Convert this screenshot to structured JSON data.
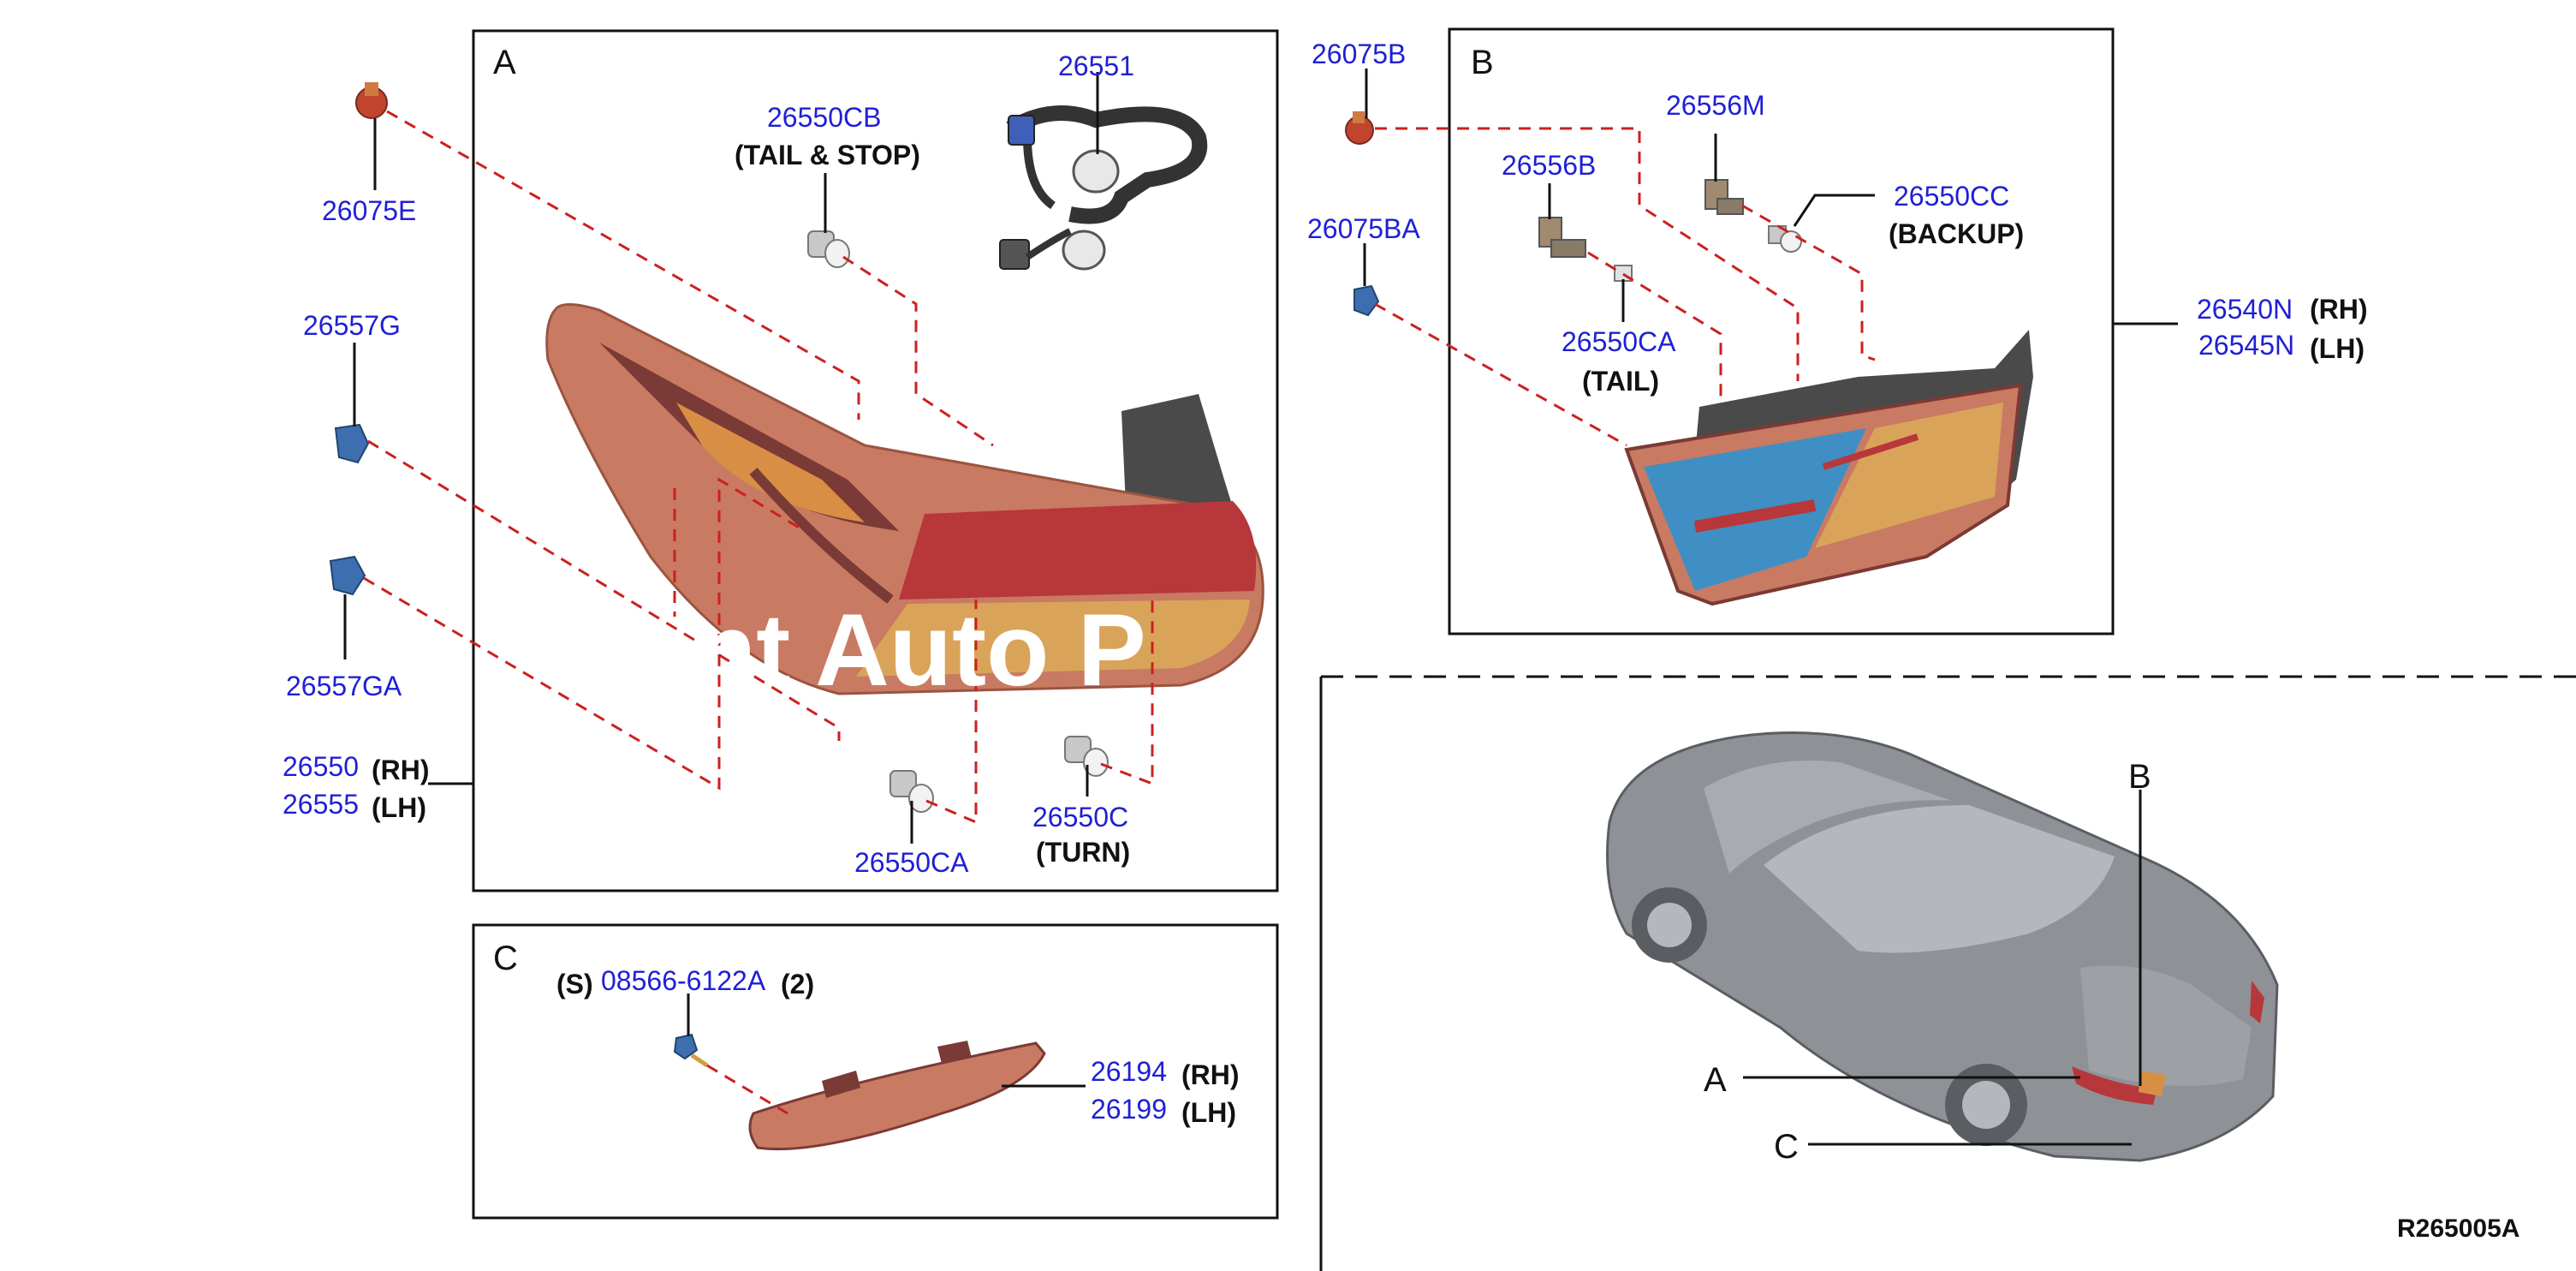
{
  "box_labels": {
    "a": "A",
    "b": "B",
    "c": "C"
  },
  "parts": {
    "p26551": "26551",
    "p26550CB": "26550CB",
    "tail_stop": "(TAIL & STOP)",
    "p26075E": "26075E",
    "p26557G": "26557G",
    "p26557GA": "26557GA",
    "p26550": "26550",
    "p26555": "26555",
    "rh": "(RH)",
    "lh": "(LH)",
    "p26550CA_a": "26550CA",
    "p26550C": "26550C",
    "turn": "(TURN)",
    "p26075B": "26075B",
    "p26075BA": "26075BA",
    "p26556B": "26556B",
    "p26556M": "26556M",
    "p26550CC": "26550CC",
    "backup": "(BACKUP)",
    "p26550CA_b": "26550CA",
    "tail": "(TAIL)",
    "p26540N": "26540N",
    "p26545N": "26545N",
    "s_prefix": "(S)",
    "p08566": "08566-6122A",
    "qty2": "(2)",
    "p26194": "26194",
    "p26199": "26199"
  },
  "callouts": {
    "a": "A",
    "b": "B",
    "c": "C"
  },
  "watermark": "nt Auto P",
  "figure_code": "R265005A",
  "colors": {
    "part_number": "#1f1fd6",
    "leader_dash": "#cc2020",
    "lamp_body": "#c97a62",
    "lens_red": "#b8373a",
    "lens_amber": "#d88f45",
    "lens_blue": "#3f8fc4",
    "car_body": "#8e9296"
  }
}
